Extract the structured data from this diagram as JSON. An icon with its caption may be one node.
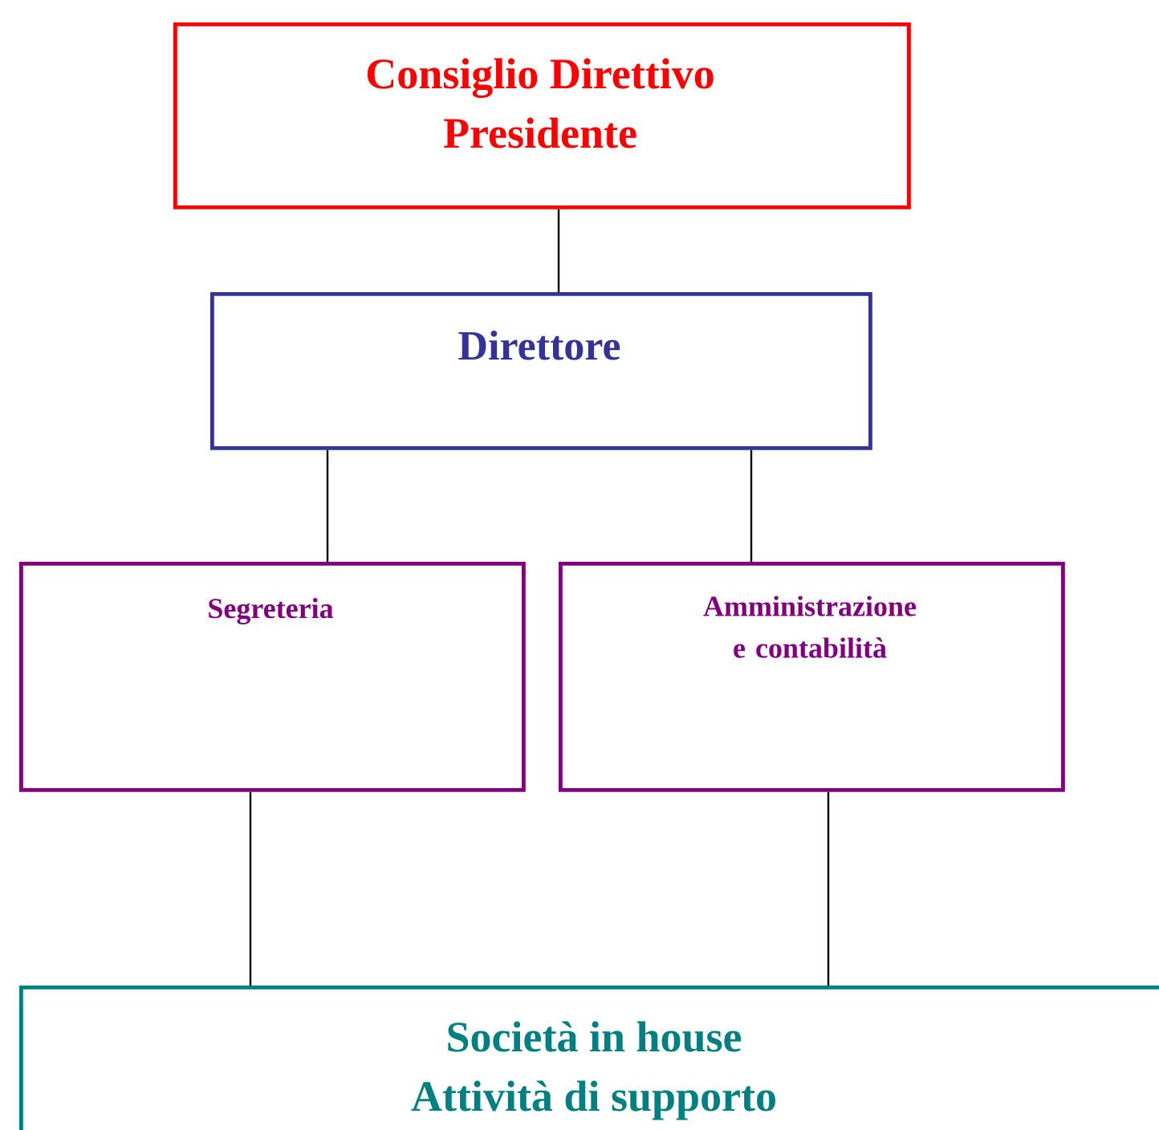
{
  "diagram": {
    "nodes": [
      {
        "text": [
          "Consiglio Direttivo",
          "Presidente"
        ]
      },
      {
        "text": [
          "Direttore"
        ]
      },
      {
        "text": [
          "Segreteria"
        ]
      },
      {
        "text": [
          "Amministrazione e contabilità"
        ]
      },
      {
        "text": [
          "Società in house",
          "Attività di supporto"
        ]
      }
    ],
    "edges": [
      {
        "from": 0,
        "to": 1,
        "arrow": "none"
      },
      {
        "from": 1,
        "to": 2,
        "arrow": "none"
      },
      {
        "from": 1,
        "to": 3,
        "arrow": "none"
      },
      {
        "from": 2,
        "to": 4,
        "arrow": "none"
      },
      {
        "from": 3,
        "to": 4,
        "arrow": "none"
      }
    ]
  }
}
